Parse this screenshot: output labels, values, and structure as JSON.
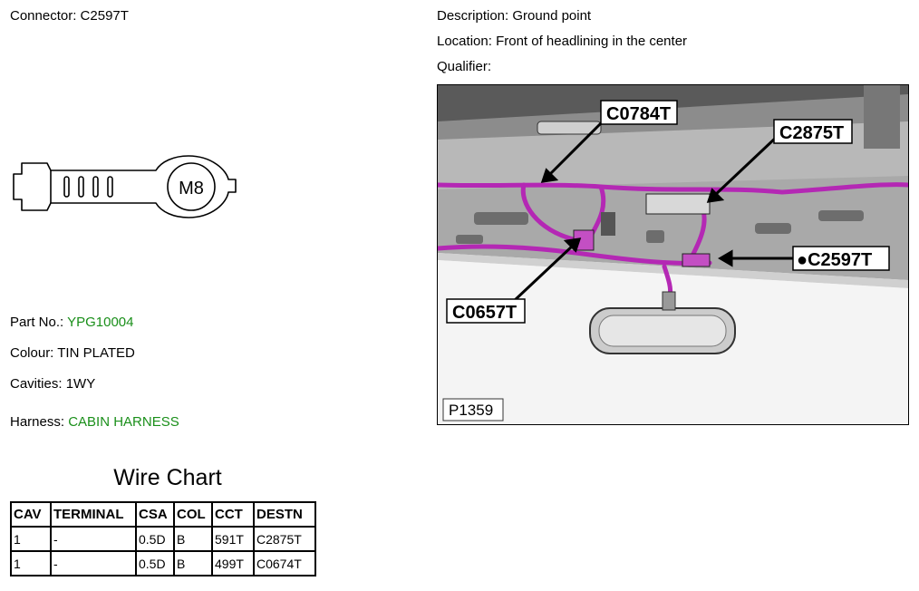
{
  "connector": {
    "label": "Connector:",
    "value": "C2597T"
  },
  "description": {
    "label": "Description:",
    "value": "Ground point"
  },
  "location": {
    "label": "Location:",
    "value": "Front of headlining in the center"
  },
  "qualifier": {
    "label": "Qualifier:",
    "value": ""
  },
  "terminal_drawing": {
    "marking": "M8"
  },
  "part_no": {
    "label": "Part No.:",
    "value": "YPG10004"
  },
  "colour": {
    "label": "Colour:",
    "value": "TIN PLATED"
  },
  "cavities": {
    "label": "Cavities:",
    "value": "1WY"
  },
  "harness": {
    "label": "Harness:",
    "value": "CABIN HARNESS"
  },
  "photo": {
    "ref": "P1359",
    "callouts": {
      "c0784t": "C0784T",
      "c2875t": "C2875T",
      "c2597t": "●C2597T",
      "c0657t": "C0657T"
    },
    "harness_color": "#b428b4"
  },
  "wire_chart": {
    "title": "Wire Chart",
    "headers": [
      "CAV",
      "TERMINAL",
      "CSA",
      "COL",
      "CCT",
      "DESTN"
    ],
    "rows": [
      [
        "1",
        "-",
        "0.5D",
        "B",
        "591T",
        "C2875T"
      ],
      [
        "1",
        "-",
        "0.5D",
        "B",
        "499T",
        "C0674T"
      ]
    ]
  }
}
